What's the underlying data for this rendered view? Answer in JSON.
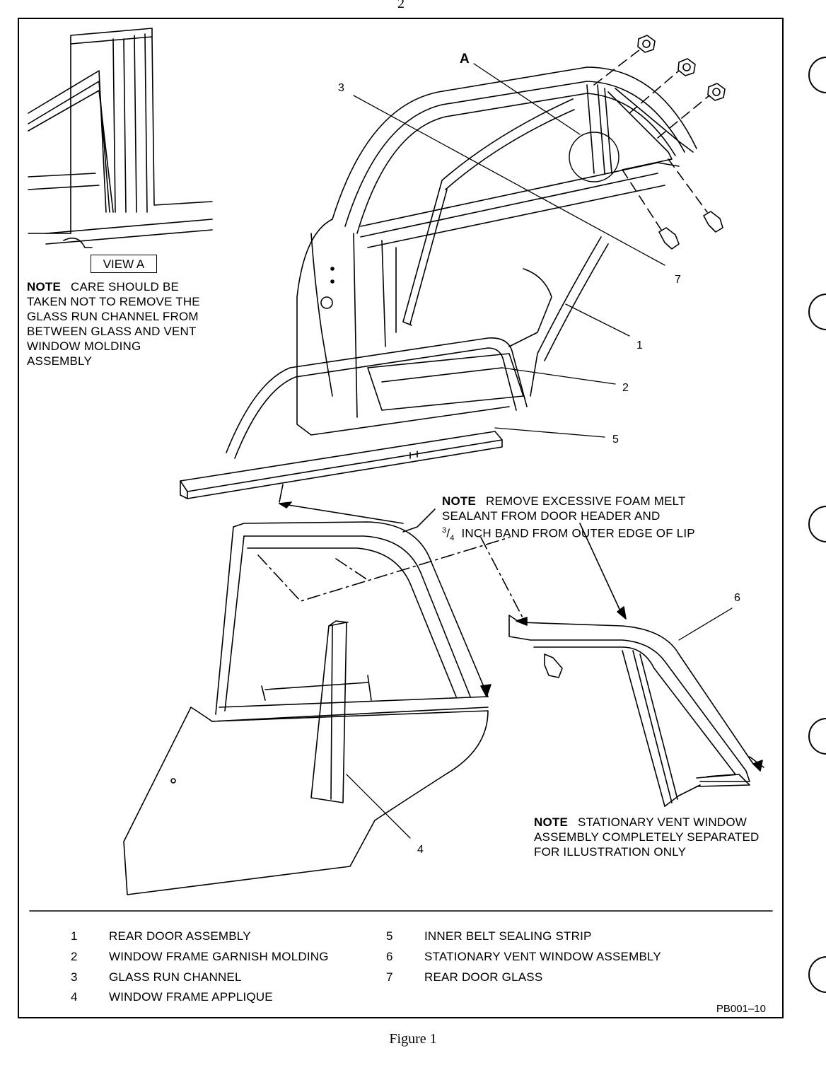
{
  "page_mark": "2",
  "view_label": "VIEW A",
  "callout_a": "A",
  "callouts": {
    "c1": "1",
    "c2": "2",
    "c3": "3",
    "c4": "4",
    "c5": "5",
    "c6": "6",
    "c7": "7"
  },
  "notes": {
    "label": "NOTE",
    "view_note_lines": [
      "CARE SHOULD BE",
      "TAKEN NOT TO REMOVE THE",
      "GLASS RUN CHANNEL FROM",
      "BETWEEN GLASS AND VENT",
      "WINDOW MOLDING",
      "ASSEMBLY"
    ],
    "foam_note_lines": [
      "REMOVE EXCESSIVE FOAM MELT",
      "SEALANT FROM DOOR HEADER AND"
    ],
    "foam_fraction_num": "3",
    "foam_fraction_den": "4",
    "foam_note_tail": "INCH BAND FROM OUTER EDGE OF LIP",
    "vent_note_lines": [
      "STATIONARY VENT WINDOW",
      "ASSEMBLY COMPLETELY  SEPARATED",
      "FOR ILLUSTRATION ONLY"
    ]
  },
  "legend": [
    {
      "num": "1",
      "label": "REAR DOOR ASSEMBLY"
    },
    {
      "num": "2",
      "label": "WINDOW FRAME GARNISH MOLDING"
    },
    {
      "num": "3",
      "label": "GLASS RUN CHANNEL"
    },
    {
      "num": "4",
      "label": "WINDOW FRAME APPLIQUE"
    },
    {
      "num": "5",
      "label": "INNER BELT SEALING STRIP"
    },
    {
      "num": "6",
      "label": "STATIONARY VENT WINDOW ASSEMBLY"
    },
    {
      "num": "7",
      "label": "REAR DOOR GLASS"
    }
  ],
  "reference_code": "PB001–10",
  "figure_caption": "Figure 1"
}
